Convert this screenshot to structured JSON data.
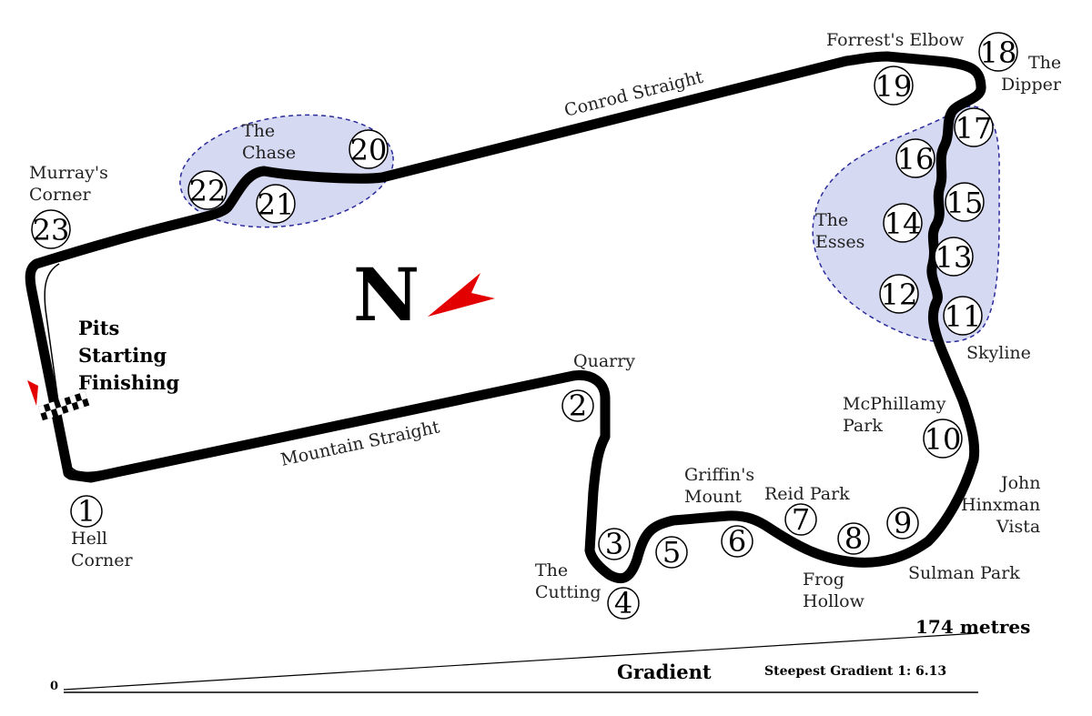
{
  "colors": {
    "track": "#000000",
    "zone_fill": "#d6d9f2",
    "zone_stroke": "#2b2b9a",
    "arrow": "#e30000",
    "background": "#ffffff"
  },
  "compass": {
    "letter": "N",
    "arrow_icon": "north-arrow"
  },
  "pit_label": [
    "Pits",
    "Starting",
    "Finishing"
  ],
  "straights": {
    "conrod": "Conrod Straight",
    "mountain": "Mountain Straight"
  },
  "zones": {
    "chase": [
      "The",
      "Chase"
    ],
    "esses": [
      "The",
      "Esses"
    ]
  },
  "corners": [
    {
      "number": "1",
      "name": [
        "Hell",
        "Corner"
      ]
    },
    {
      "number": "2",
      "name": [
        "Quarry"
      ]
    },
    {
      "number": "3",
      "name": []
    },
    {
      "number": "4",
      "name": [
        "The",
        "Cutting"
      ]
    },
    {
      "number": "5",
      "name": []
    },
    {
      "number": "6",
      "name": [
        "Griffin's",
        "Mount"
      ]
    },
    {
      "number": "7",
      "name": [
        "Reid Park"
      ]
    },
    {
      "number": "8",
      "name": [
        "Frog",
        "Hollow"
      ]
    },
    {
      "number": "9",
      "name": [
        "Sulman Park"
      ]
    },
    {
      "number": "10",
      "name": [
        "McPhillamy",
        "Park"
      ]
    },
    {
      "number": "11",
      "name": [
        "Skyline"
      ]
    },
    {
      "number": "12",
      "name": []
    },
    {
      "number": "13",
      "name": []
    },
    {
      "number": "14",
      "name": []
    },
    {
      "number": "15",
      "name": []
    },
    {
      "number": "16",
      "name": []
    },
    {
      "number": "17",
      "name": []
    },
    {
      "number": "18",
      "name": [
        "The",
        "Dipper"
      ]
    },
    {
      "number": "19",
      "name": [
        "Forrest's Elbow"
      ]
    },
    {
      "number": "20",
      "name": []
    },
    {
      "number": "21",
      "name": []
    },
    {
      "number": "22",
      "name": []
    },
    {
      "number": "23",
      "name": [
        "Murray's",
        "Corner"
      ]
    }
  ],
  "extra_labels": {
    "john_hinxman": [
      "John",
      "Hinxman",
      "Vista"
    ]
  },
  "gradient": {
    "title": "Gradient",
    "zero": "0",
    "max": "174 metres",
    "steepest": "Steepest Gradient  1: 6.13"
  }
}
